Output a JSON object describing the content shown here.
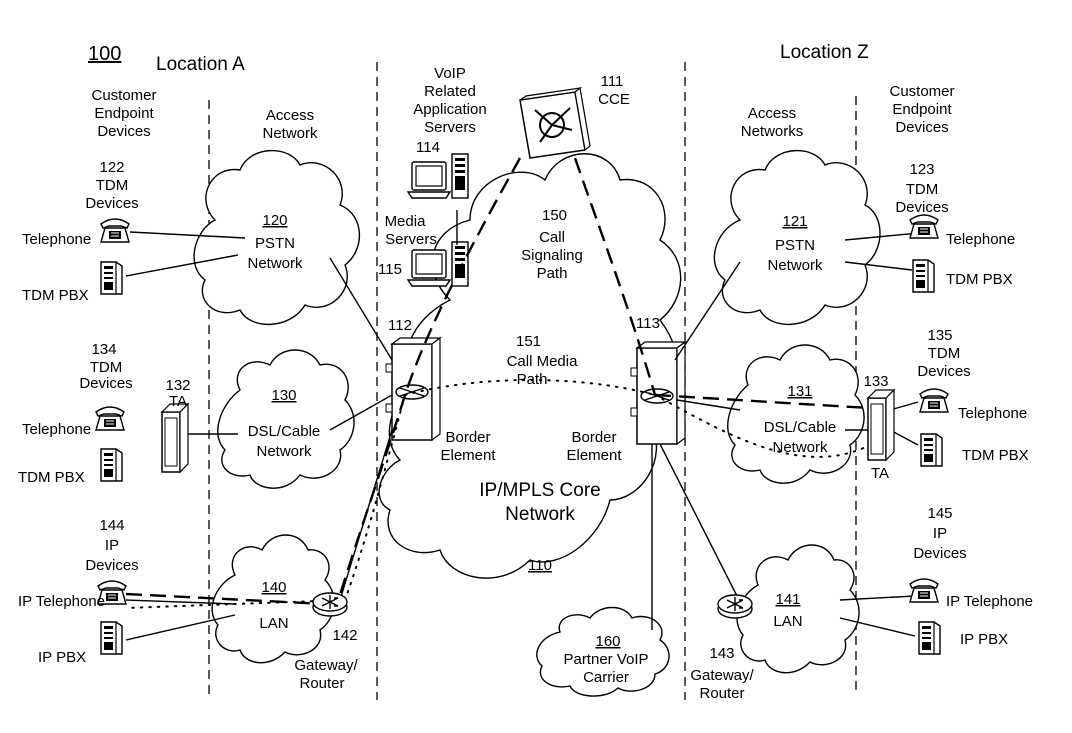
{
  "figure_number": "100",
  "locations": {
    "a": "Location A",
    "z": "Location Z"
  },
  "columns": {
    "left_endpoints": [
      "Customer",
      "Endpoint",
      "Devices"
    ],
    "left_access": [
      "Access",
      "Network"
    ],
    "right_access": [
      "Access",
      "Networks"
    ],
    "right_endpoints": [
      "Customer",
      "Endpoint",
      "Devices"
    ]
  },
  "servers": {
    "app_servers": [
      "VoIP",
      "Related",
      "Application",
      "Servers"
    ],
    "app_server_ref": "114",
    "media_servers": [
      "Media",
      "Servers"
    ],
    "media_server_ref": "115"
  },
  "cce": {
    "ref": "111",
    "label": "CCE"
  },
  "paths": {
    "signaling_ref": "150",
    "signaling": [
      "Call",
      "Signaling",
      "Path"
    ],
    "media_ref": "151",
    "media": [
      "Call Media",
      "Path"
    ]
  },
  "core": {
    "label": [
      "IP/MPLS Core",
      "Network"
    ],
    "ref": "110"
  },
  "border_elements": {
    "left_ref": "112",
    "right_ref": "113",
    "left_label": [
      "Border",
      "Element"
    ],
    "right_label": [
      "Border",
      "Element"
    ]
  },
  "partner": {
    "ref": "160",
    "label": [
      "Partner VoIP",
      "Carrier"
    ]
  },
  "left": {
    "tdm_group": {
      "ref": "122",
      "label": [
        "TDM",
        "Devices"
      ]
    },
    "pstn": {
      "ref": "120",
      "label": [
        "PSTN",
        "Network"
      ]
    },
    "telephone1": "Telephone",
    "tdm_pbx1": "TDM PBX",
    "tdm_group2": {
      "ref": "134",
      "label": [
        "TDM",
        "Devices"
      ]
    },
    "ta": {
      "ref": "132",
      "label": "TA"
    },
    "dsl": {
      "ref": "130",
      "label": [
        "DSL/Cable",
        "Network"
      ]
    },
    "telephone2": "Telephone",
    "tdm_pbx2": "TDM PBX",
    "ip_group": {
      "ref": "144",
      "label": [
        "IP",
        "Devices"
      ]
    },
    "lan": {
      "ref": "140",
      "label": "LAN"
    },
    "ip_telephone": "IP Telephone",
    "ip_pbx": "IP PBX",
    "router": {
      "ref": "142",
      "label": [
        "Gateway/",
        "Router"
      ]
    }
  },
  "right": {
    "tdm_group": {
      "ref": "123",
      "label": [
        "TDM",
        "Devices"
      ]
    },
    "pstn": {
      "ref": "121",
      "label": [
        "PSTN",
        "Network"
      ]
    },
    "telephone1": "Telephone",
    "tdm_pbx1": "TDM PBX",
    "tdm_group2": {
      "ref": "135",
      "label": [
        "TDM",
        "Devices"
      ]
    },
    "ta": {
      "ref": "133",
      "label": "TA"
    },
    "dsl": {
      "ref": "131",
      "label": [
        "DSL/Cable",
        "Network"
      ]
    },
    "telephone2": "Telephone",
    "tdm_pbx2": "TDM PBX",
    "ip_group": {
      "ref": "145",
      "label": [
        "IP",
        "Devices"
      ]
    },
    "lan": {
      "ref": "141",
      "label": "LAN"
    },
    "ip_telephone": "IP Telephone",
    "ip_pbx": "IP PBX",
    "router": {
      "ref": "143",
      "label": [
        "Gateway/",
        "Router"
      ]
    }
  }
}
